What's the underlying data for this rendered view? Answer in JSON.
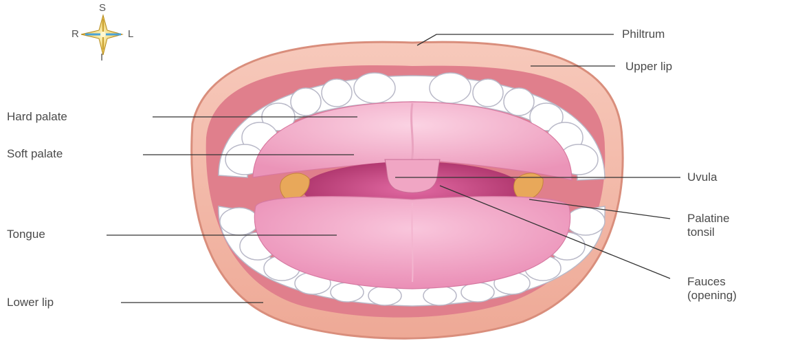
{
  "compass": {
    "north": "S",
    "south": "I",
    "west": "R",
    "east": "L"
  },
  "labels": {
    "philtrum": "Philtrum",
    "upper_lip": "Upper lip",
    "hard_palate": "Hard palate",
    "soft_palate": "Soft palate",
    "uvula": "Uvula",
    "palatine_tonsil": "Palatine\ntonsil",
    "tongue": "Tongue",
    "fauces": "Fauces\n(opening)",
    "lower_lip": "Lower lip"
  },
  "colors": {
    "lip": "#f2b6a6",
    "lip_dark": "#d98e7c",
    "palate": "#f1a6c4",
    "throat": "#c2407e",
    "tongue": "#ef9dbf",
    "teeth": "#ffffff",
    "tonsil": "#e8a85a",
    "leader": "#333333"
  }
}
